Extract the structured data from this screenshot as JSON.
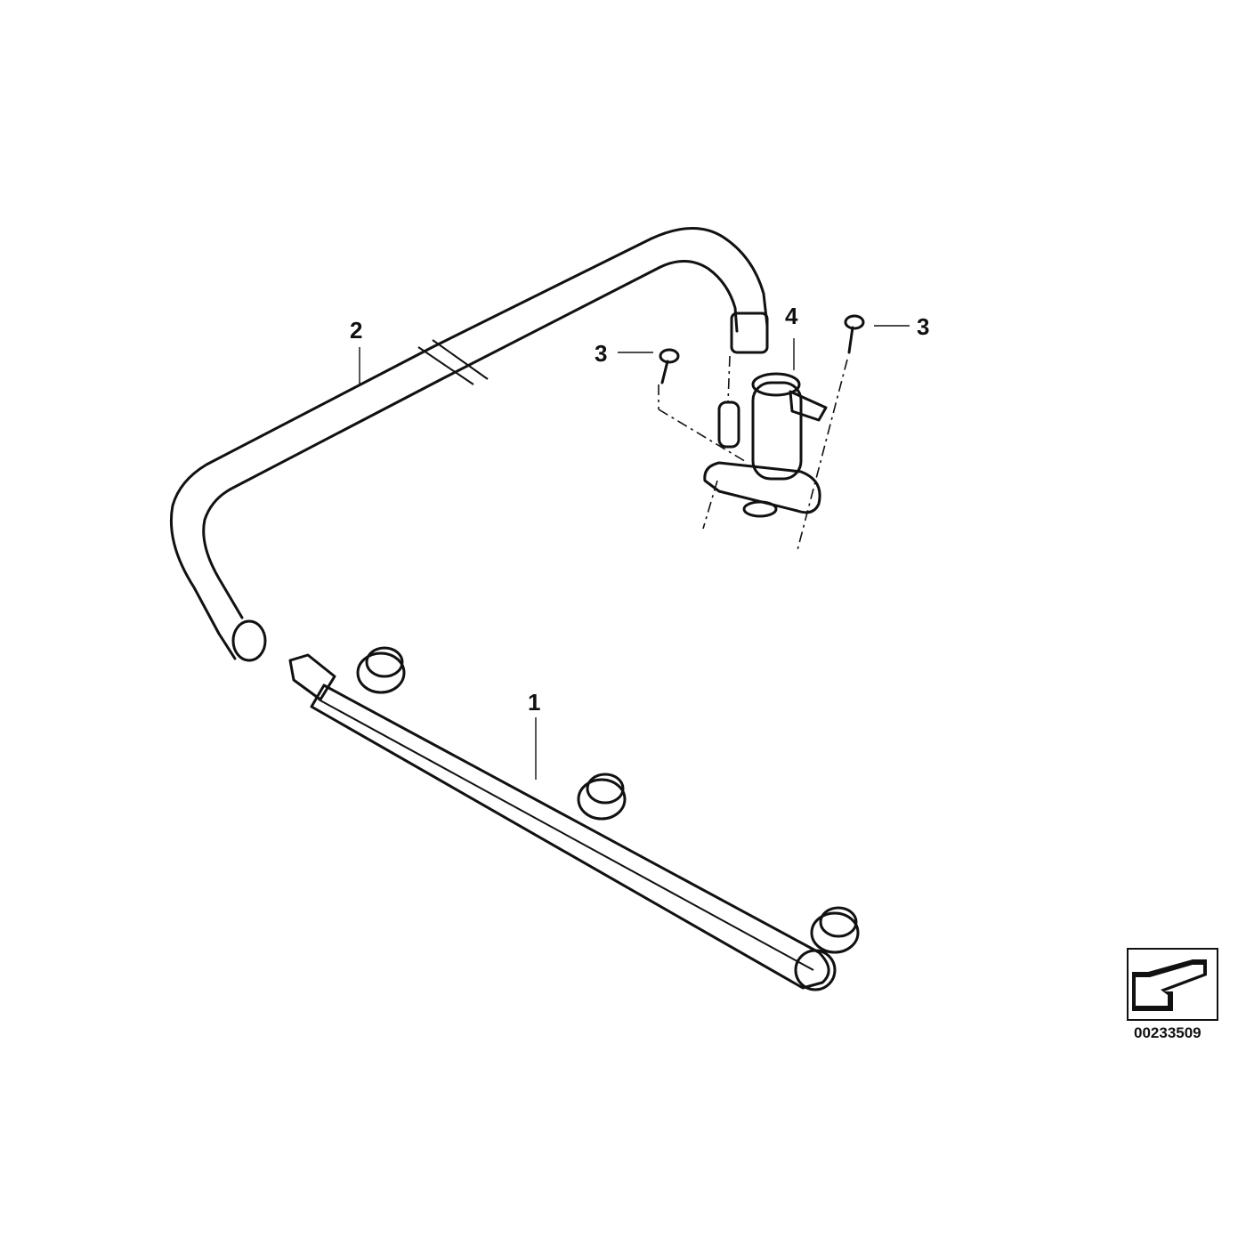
{
  "callouts": [
    {
      "id": "1",
      "label": "1",
      "part": "rail"
    },
    {
      "id": "2",
      "label": "2",
      "part": "hose"
    },
    {
      "id": "3a",
      "label": "3",
      "part": "screw-left"
    },
    {
      "id": "3b",
      "label": "3",
      "part": "screw-right"
    },
    {
      "id": "4",
      "label": "4",
      "part": "valve"
    }
  ],
  "catalog_number": "00233509",
  "colors": {
    "line": "#111111",
    "background": "#ffffff"
  }
}
